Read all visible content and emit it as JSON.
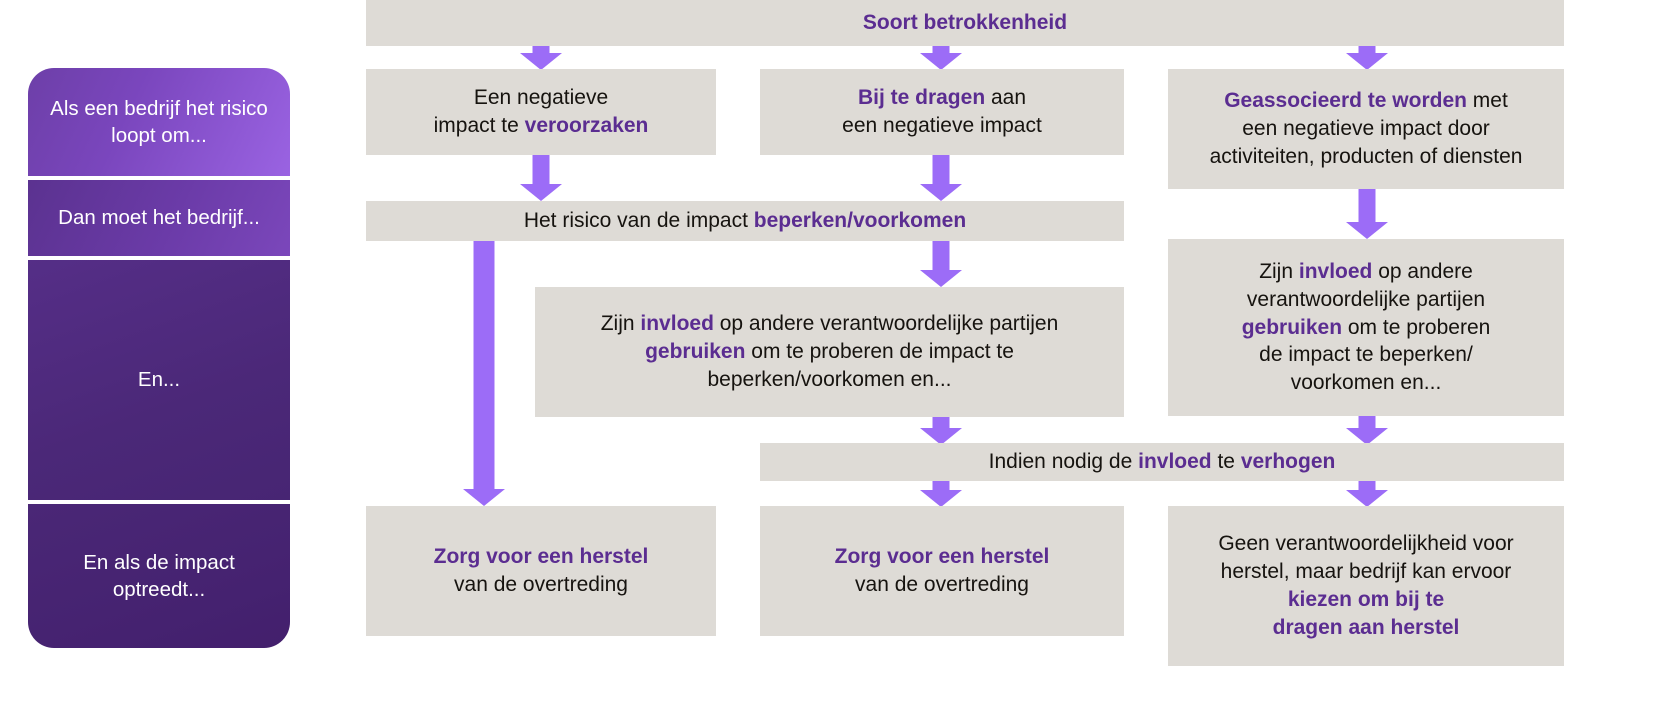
{
  "colors": {
    "box_bg": "#dedbd6",
    "accent_purple": "#5b2d91",
    "arrow_purple": "#9c6cf7",
    "sidebar_light": "#9a63e2",
    "sidebar_dark": "#431f6c",
    "text_dark": "#16130f",
    "page_bg": "#ffffff"
  },
  "sidebar": {
    "items": [
      {
        "line1": "Als een bedrijf het",
        "line2": "risico loopt om..."
      },
      {
        "line1": "Dan moet",
        "line2": "het bedrijf..."
      },
      {
        "line1": "En...",
        "line2": ""
      },
      {
        "line1": "En als de impact",
        "line2": "optreedt..."
      }
    ]
  },
  "header": {
    "title": "Soort betrokkenheid"
  },
  "columns": [
    {
      "id": "col1",
      "type_label": {
        "line1_plain": "Een negatieve",
        "line2_plain": "impact te ",
        "line2_bold": "veroorzaken"
      }
    },
    {
      "id": "col2",
      "type_label": {
        "line1_bold": "Bij te dragen",
        "line1_plain": " aan",
        "line2_plain": "een negatieve impact"
      }
    },
    {
      "id": "col3",
      "type_label": {
        "line1_bold": "Geassocieerd te worden",
        "line1_plain": " met",
        "line2_plain": "een negatieve impact door",
        "line3_plain": "activiteiten, producten of diensten"
      }
    }
  ],
  "nodes": {
    "mitigate": {
      "plain1": "Het risico van de impact ",
      "bold1": "beperken/voorkomen"
    },
    "leverage_mid": {
      "plain1": "Zijn ",
      "bold1": "invloed",
      "plain2": " op andere verantwoordelijke partijen",
      "bold2": "gebruiken",
      "plain3": " om te proberen de impact te",
      "plain4": "beperken/voorkomen en..."
    },
    "leverage_right": {
      "plain1": "Zijn ",
      "bold1": "invloed",
      "plain2": " op andere",
      "plain3": "verantwoordelijke partijen",
      "bold2": "gebruiken",
      "plain4": " om te proberen",
      "plain5": "de impact te beperken/",
      "plain6": "voorkomen en..."
    },
    "increase_leverage": {
      "plain1": "Indien nodig de ",
      "bold1": "invloed",
      "plain2": " te ",
      "bold2": "verhogen"
    },
    "remedy1": {
      "bold1": "Zorg voor een herstel",
      "plain1": "van de overtreding"
    },
    "remedy2": {
      "bold1": "Zorg voor een herstel",
      "plain1": "van de overtreding"
    },
    "remedy3": {
      "plain1": "Geen verantwoordelijkheid voor",
      "plain2": "herstel, maar bedrijf kan ervoor",
      "bold1": "kiezen om bij te",
      "bold2": "dragen aan herstel"
    }
  },
  "arrows": {
    "count": 11,
    "icon": "down-arrow-icon"
  }
}
